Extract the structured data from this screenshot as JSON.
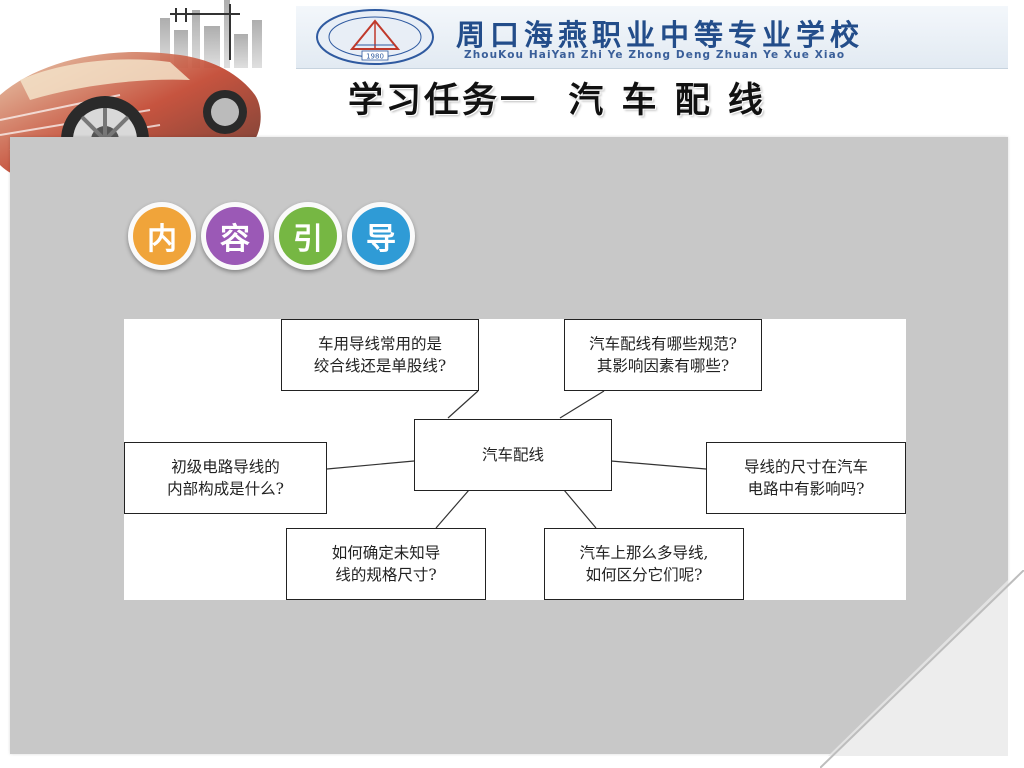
{
  "header": {
    "school_name_cn": "周口海燕职业中等专业学校",
    "school_name_en": "ZhouKou HaiYan Zhi Ye Zhong Deng Zhuan Ye Xue Xiao",
    "seal_year": "1980"
  },
  "page_title": "学习任务一  汽 车 配 线",
  "section_circles": [
    {
      "char": "内",
      "color": "#f0a43a"
    },
    {
      "char": "容",
      "color": "#9b59b6"
    },
    {
      "char": "引",
      "color": "#76b743"
    },
    {
      "char": "导",
      "color": "#2f9bd6"
    }
  ],
  "diagram": {
    "center": "汽车配线",
    "nodes": [
      {
        "lines": [
          "车用导线常用的是",
          "绞合线还是单股线?"
        ]
      },
      {
        "lines": [
          "汽车配线有哪些规范?",
          "其影响因素有哪些?"
        ]
      },
      {
        "lines": [
          "初级电路导线的",
          "内部构成是什么?"
        ]
      },
      {
        "lines": [
          "导线的尺寸在汽车",
          "电路中有影响吗?"
        ]
      },
      {
        "lines": [
          "如何确定未知导",
          "线的规格尺寸?"
        ]
      },
      {
        "lines": [
          "汽车上那么多导线,",
          "如何区分它们呢?"
        ]
      }
    ]
  }
}
